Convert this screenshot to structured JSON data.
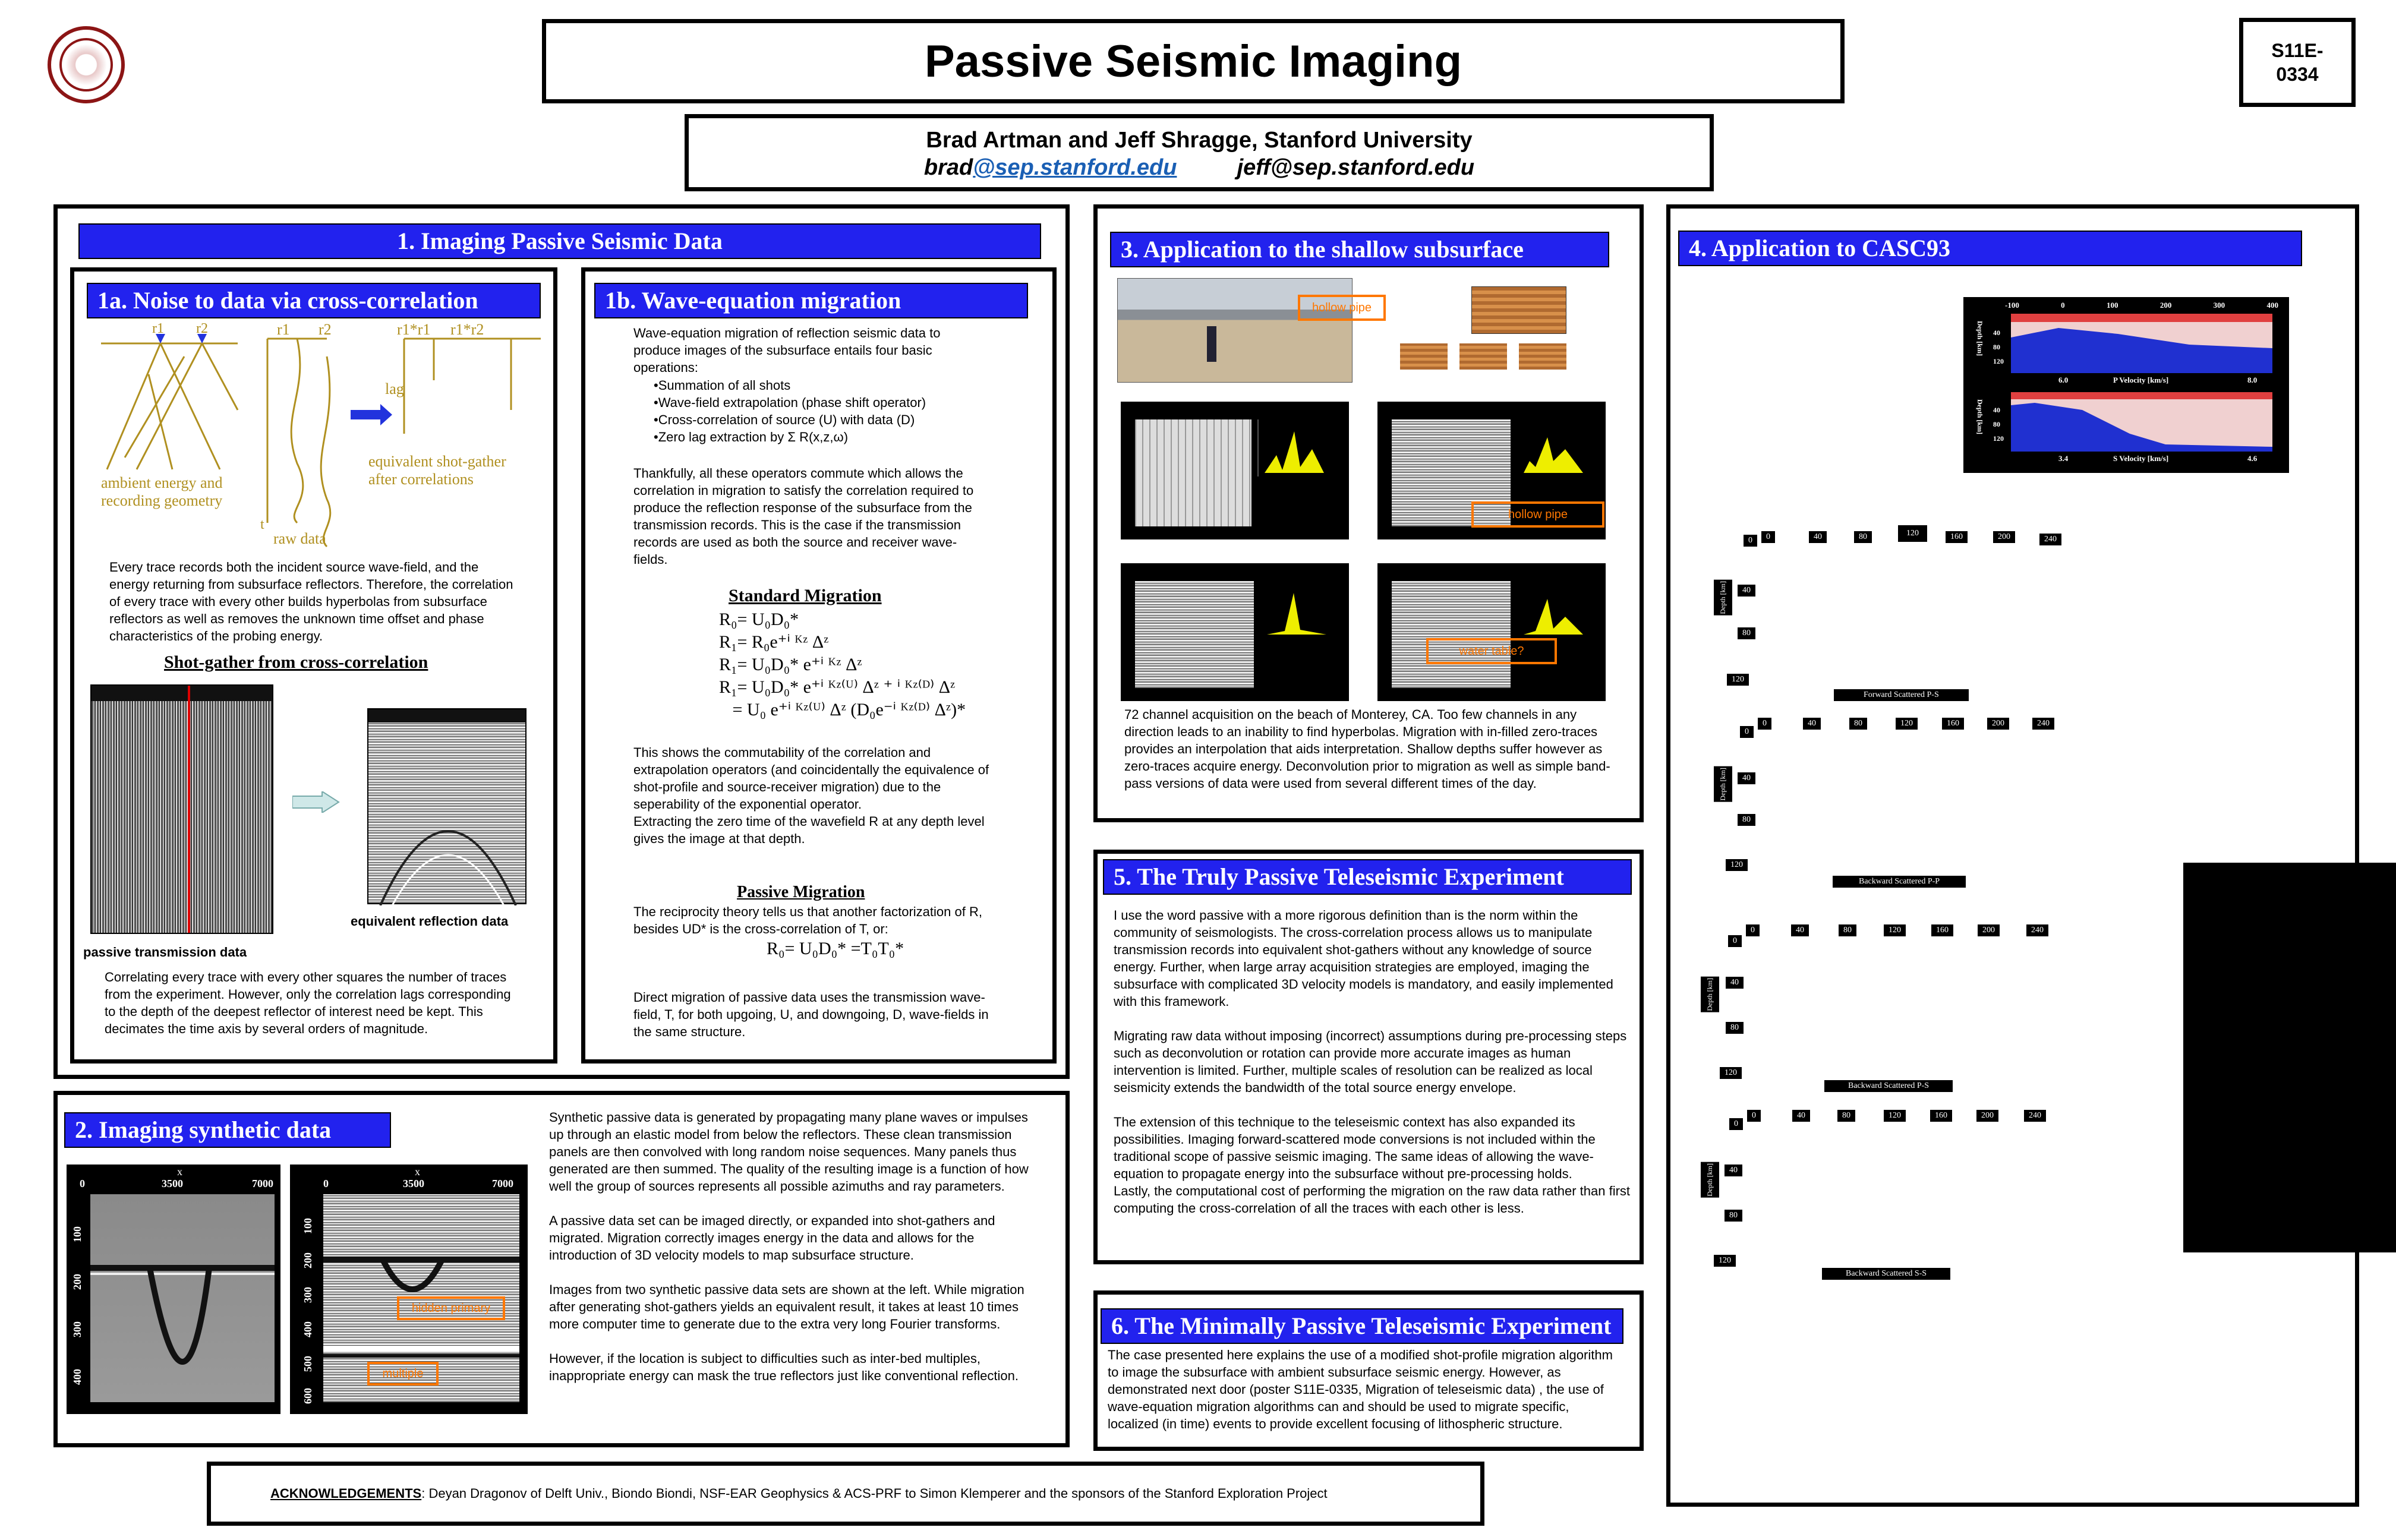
{
  "header": {
    "title": "Passive Seismic Imaging",
    "poster_id": "S11E-\n0334",
    "authors": "Brad Artman and Jeff Shragge, Stanford University",
    "email1_user": "brad",
    "email1_domain": "@sep.stanford.edu",
    "email2": "jeff@sep.stanford.edu"
  },
  "section1": {
    "title": "1. Imaging Passive Seismic Data",
    "a": {
      "title": "1a.   Noise to data via cross-correlation",
      "fig_labels": {
        "r1": "r1",
        "r2": "r2",
        "r1b": "r1",
        "r2b": "r2",
        "r1r1": "r1*r1",
        "r1r2": "r1*r2",
        "lag": "lag",
        "t": "t",
        "ambient": "ambient energy and\nrecording geometry",
        "raw": "raw data",
        "equiv": "equivalent shot-gather\nafter correlations"
      },
      "text1": "Every trace records both the incident source wave-field, and the energy returning from subsurface reflectors. Therefore, the correlation of every trace with every other builds hyperbolas from subsurface reflectors as well as removes the unknown time offset and phase characteristics of the probing energy.",
      "subhead": "Shot-gather from cross-correlation",
      "label_left": "passive transmission data",
      "label_right": "equivalent reflection data",
      "text2": "Correlating every trace with every other squares the number of traces from the experiment.  However, only the correlation lags corresponding to the depth of the deepest reflector of interest need be kept.  This decimates the time axis by several orders of magnitude."
    },
    "b": {
      "title": "1b.   Wave-equation migration",
      "intro": "Wave-equation migration of reflection seismic data to produce images of the subsurface entails four basic operations:",
      "bullets": [
        "•Summation of all shots",
        "•Wave-field extrapolation (phase shift operator)",
        "•Cross-correlation of source (U) with data (D)",
        "•Zero lag extraction by  Σ R(x,z,ω)"
      ],
      "para2": "Thankfully, all these operators commute which allows the correlation in migration to satisfy the correlation required to produce the reflection response of the subsurface from the transmission records.  This is the case if the transmission records are used as both the source and receiver wave-fields.",
      "std_head": "Standard Migration",
      "eqs": [
        "R₀= U₀D₀*",
        "R₁= R₀e⁺ⁱ ᴷᶻ Δᶻ",
        "R₁= U₀D₀* e⁺ⁱ ᴷᶻ Δᶻ",
        "R₁= U₀D₀* e⁺ⁱ ᴷᶻ⁽ᵁ⁾ Δᶻ ⁺ ⁱ ᴷᶻ⁽ᴰ⁾ Δᶻ",
        "   = U₀ e⁺ⁱ ᴷᶻ⁽ᵁ⁾ Δᶻ (D₀e⁻ⁱ ᴷᶻ⁽ᴰ⁾ Δᶻ)*"
      ],
      "para3": "This shows the commutability of the correlation and extrapolation operators (and coincidentally the equivalence of shot-profile and source-receiver migration) due to the seperability of the exponential operator.\nExtracting the zero time of the wavefield R at any depth level gives the image at that depth.",
      "passive_head": "Passive Migration",
      "para4": "The reciprocity theory tells us that another factorization of R, besides UD* is the cross-correlation of T, or:",
      "eq_passive": "R₀= U₀D₀* =T₀T₀*",
      "para5": "Direct migration of passive data uses the transmission wave-field, T, for both upgoing, U, and downgoing, D, wave-fields in the same structure."
    }
  },
  "section2": {
    "title": "2.  Imaging synthetic data",
    "axis_x": "x",
    "xticks": [
      "0",
      "3500",
      "7000"
    ],
    "yticks_left": [
      "100",
      "200",
      "300",
      "400"
    ],
    "yticks_right": [
      "100",
      "200",
      "300",
      "400",
      "500",
      "600"
    ],
    "label_hidden": "hidden primary",
    "label_multiple": "multiple",
    "text": "Synthetic passive data is generated by propagating many plane waves or impulses up through an elastic model from below the reflectors.  These clean transmission panels are then convolved with long random noise sequences.  Many panels thus generated are then summed.  The quality of the resulting image is a function of how well the group of sources represents all possible azimuths and ray parameters.\n\nA passive data set can be imaged directly, or expanded into shot-gathers and migrated.  Migration correctly images energy in the data and allows for the introduction of 3D velocity models to map subsurface structure.\n\nImages from two synthetic passive data sets are shown at the left.  While migration after generating shot-gathers yields an equivalent result, it takes at least 10 times more computer time to generate due to the extra very long Fourier transforms.\n\nHowever, if the location is subject to difficulties such as inter-bed multiples, inappropriate energy can mask the true reflectors just like conventional reflection."
  },
  "section3": {
    "title": "3.  Application to the shallow subsurface",
    "hollow_pipe": "hollow pipe",
    "hollow_pipe2": "hollow pipe",
    "water_table": "water table?",
    "text": "72 channel acquisition on the beach of Monterey, CA.  Too few channels in any direction leads to an inability to find hyperbolas. Migration with in-filled zero-traces provides an interpolation that aids interpretation.  Shallow depths suffer however as zero-traces acquire energy.  Deconvolution prior to migration as well as simple band-pass versions of data were used from several different times of the day."
  },
  "section4": {
    "title": "4. Application to CASC93",
    "vel_top_ticks": [
      "-100",
      "0",
      "100",
      "200",
      "300",
      "400"
    ],
    "p_label": "P Velocity [km/s]",
    "p_min": "6.0",
    "p_max": "8.0",
    "s_label": "S Velocity [km/s]",
    "s_min": "3.4",
    "s_max": "4.6",
    "depth_label": "Depth [km]",
    "vel_depth_ticks": [
      "40",
      "80",
      "120"
    ],
    "panels": [
      {
        "title": "Forward Scattered P-S"
      },
      {
        "title": "Backward Scattered P-P"
      },
      {
        "title": "Backward Scattered P-S"
      },
      {
        "title": "Backward Scattered S-S"
      }
    ],
    "x_ticks": [
      "0",
      "40",
      "80",
      "120",
      "160",
      "200",
      "240"
    ],
    "y_ticks": [
      "0",
      "40",
      "80",
      "120"
    ]
  },
  "section5": {
    "title": "5.  The Truly Passive Teleseismic Experiment",
    "text": "I use the word passive with a more rigorous definition than is the norm within the community of seismologists.  The cross-correlation process allows us to manipulate transmission records into equivalent shot-gathers without any knowledge of source energy.  Further, when large array acquisition strategies are employed, imaging the subsurface with complicated 3D velocity models is mandatory, and easily implemented with this framework.\n\nMigrating raw data without imposing (incorrect) assumptions during pre-processing steps such as deconvolution or rotation can provide more accurate images as human intervention is limited.  Further, multiple scales of resolution can be realized as local seismicity extends the bandwidth of the total source energy envelope.\n\nThe extension of this technique to the teleseismic context has also expanded its possibilities.  Imaging forward-scattered mode conversions is not included within the traditional scope of passive seismic imaging.  The same ideas of allowing the wave-equation to propagate energy into the subsurface without pre-processing holds.\nLastly, the computational cost of performing the migration on the raw data rather than first computing the cross-correlation of all the traces with each other is less."
  },
  "section6": {
    "title": "6.  The Minimally Passive Teleseismic Experiment",
    "text": "The case presented here explains the use of a modified shot-profile migration algorithm to image the subsurface with ambient subsurface seismic energy. However, as demonstrated next door (poster S11E-0335, Migration of teleseismic data) , the use of wave-equation migration algorithms can and should be used to migrate specific, localized (in time) events to provide excellent focusing of lithospheric structure."
  },
  "ack": {
    "label": "ACKNOWLEDGEMENTS",
    "text": ": Deyan Dragonov of Delft Univ., Biondo Biondi, NSF-EAR Geophysics & ACS-PRF to Simon Klemperer and the sponsors of the Stanford Exploration Project"
  }
}
